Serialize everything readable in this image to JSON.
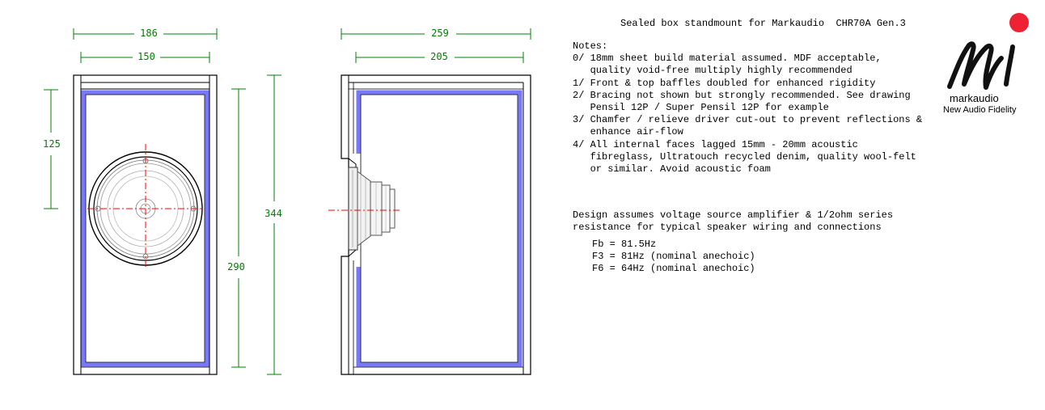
{
  "title": "Sealed box standmount for Markaudio  CHR70A Gen.3",
  "front_view": {
    "dims": {
      "outer_width": "186",
      "inner_width": "150",
      "driver_height": "125"
    }
  },
  "side_view": {
    "dims": {
      "outer_depth": "259",
      "inner_depth": "205",
      "outer_height": "344",
      "inner_height": "290"
    }
  },
  "notes": [
    "Notes:",
    "0/ 18mm sheet build material assumed. MDF acceptable,",
    "   quality void-free multiply highly recommended",
    "1/ Front & top baffles doubled for enhanced rigidity",
    "2/ Bracing not shown but strongly recommended. See drawing",
    "   Pensil 12P / Super Pensil 12P for example",
    "3/ Chamfer / relieve driver cut-out to prevent reflections &",
    "   enhance air-flow",
    "4/ All internal faces lagged 15mm - 20mm acoustic",
    "   fibreglass, Ultratouch recycled denim, quality wool-felt",
    "   or similar. Avoid acoustic foam"
  ],
  "design": [
    "Design assumes voltage source amplifier & 1/2ohm series",
    "resistance for typical speaker wiring and connections"
  ],
  "frequencies": [
    "Fb = 81.5Hz",
    "F3 = 81Hz (nominal anechoic)",
    "F6 = 64Hz (nominal anechoic)"
  ],
  "logo": {
    "name": "markaudio",
    "tagline": "New Audio Fidelity"
  },
  "colors": {
    "dimension": "#008000",
    "lining": "#7777ff",
    "centerline": "#ff0000",
    "outline": "#000000",
    "logo_dot": "#ee2233"
  }
}
